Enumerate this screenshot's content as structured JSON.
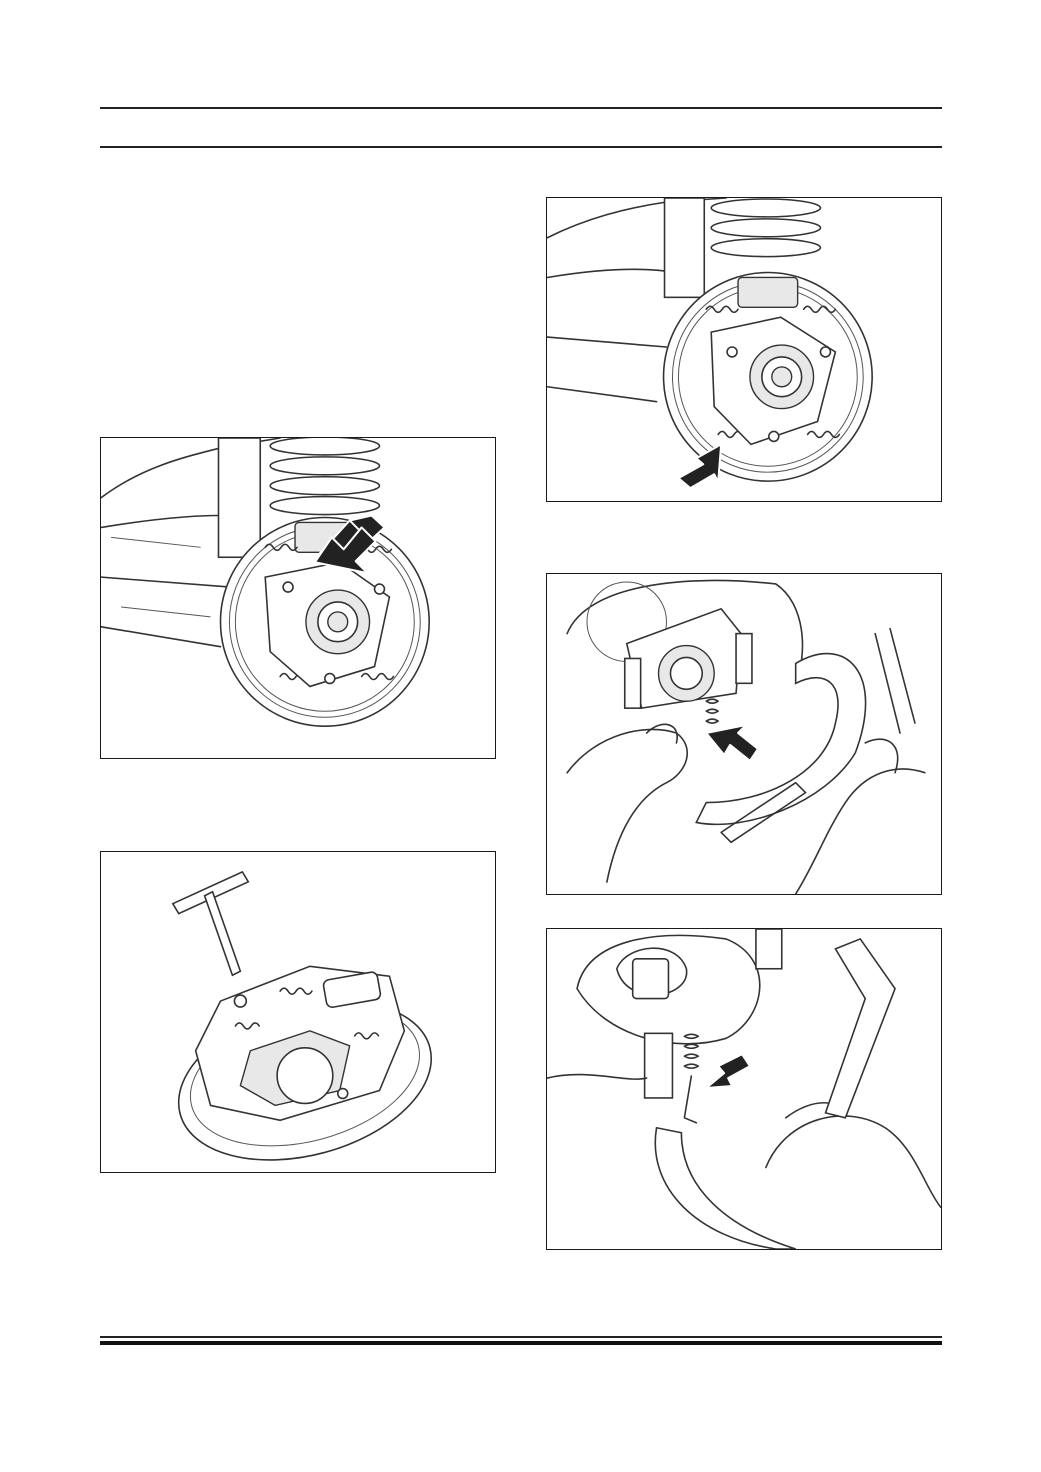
{
  "page": {
    "figures": [
      {
        "id": "fig-brake-drum-top-spring",
        "arrow": true
      },
      {
        "id": "fig-brake-shoe-tool",
        "arrow": false
      },
      {
        "id": "fig-brake-drum-bottom-spring",
        "arrow": true
      },
      {
        "id": "fig-shoe-hold-down-spring",
        "arrow": true
      },
      {
        "id": "fig-parking-cable-removal",
        "arrow": true
      }
    ]
  }
}
